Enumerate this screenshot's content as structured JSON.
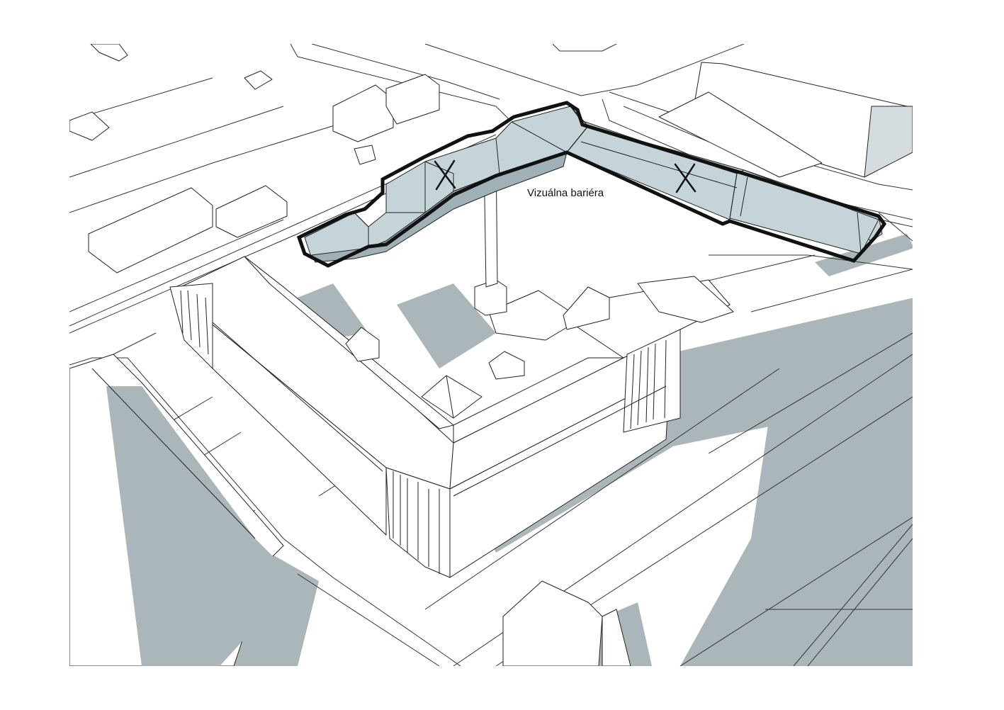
{
  "annotation": {
    "barrier_label": "Vizuálna bariéra"
  },
  "colors": {
    "background": "#ffffff",
    "shadow": "#aab6ba",
    "highlight_fill": "#c5d4d9",
    "highlight_dark": "#9fb0b6",
    "line": "#222222",
    "outline": "#111111"
  },
  "legend_marks": {
    "removed_symbol": "X",
    "removed_count": 2
  }
}
